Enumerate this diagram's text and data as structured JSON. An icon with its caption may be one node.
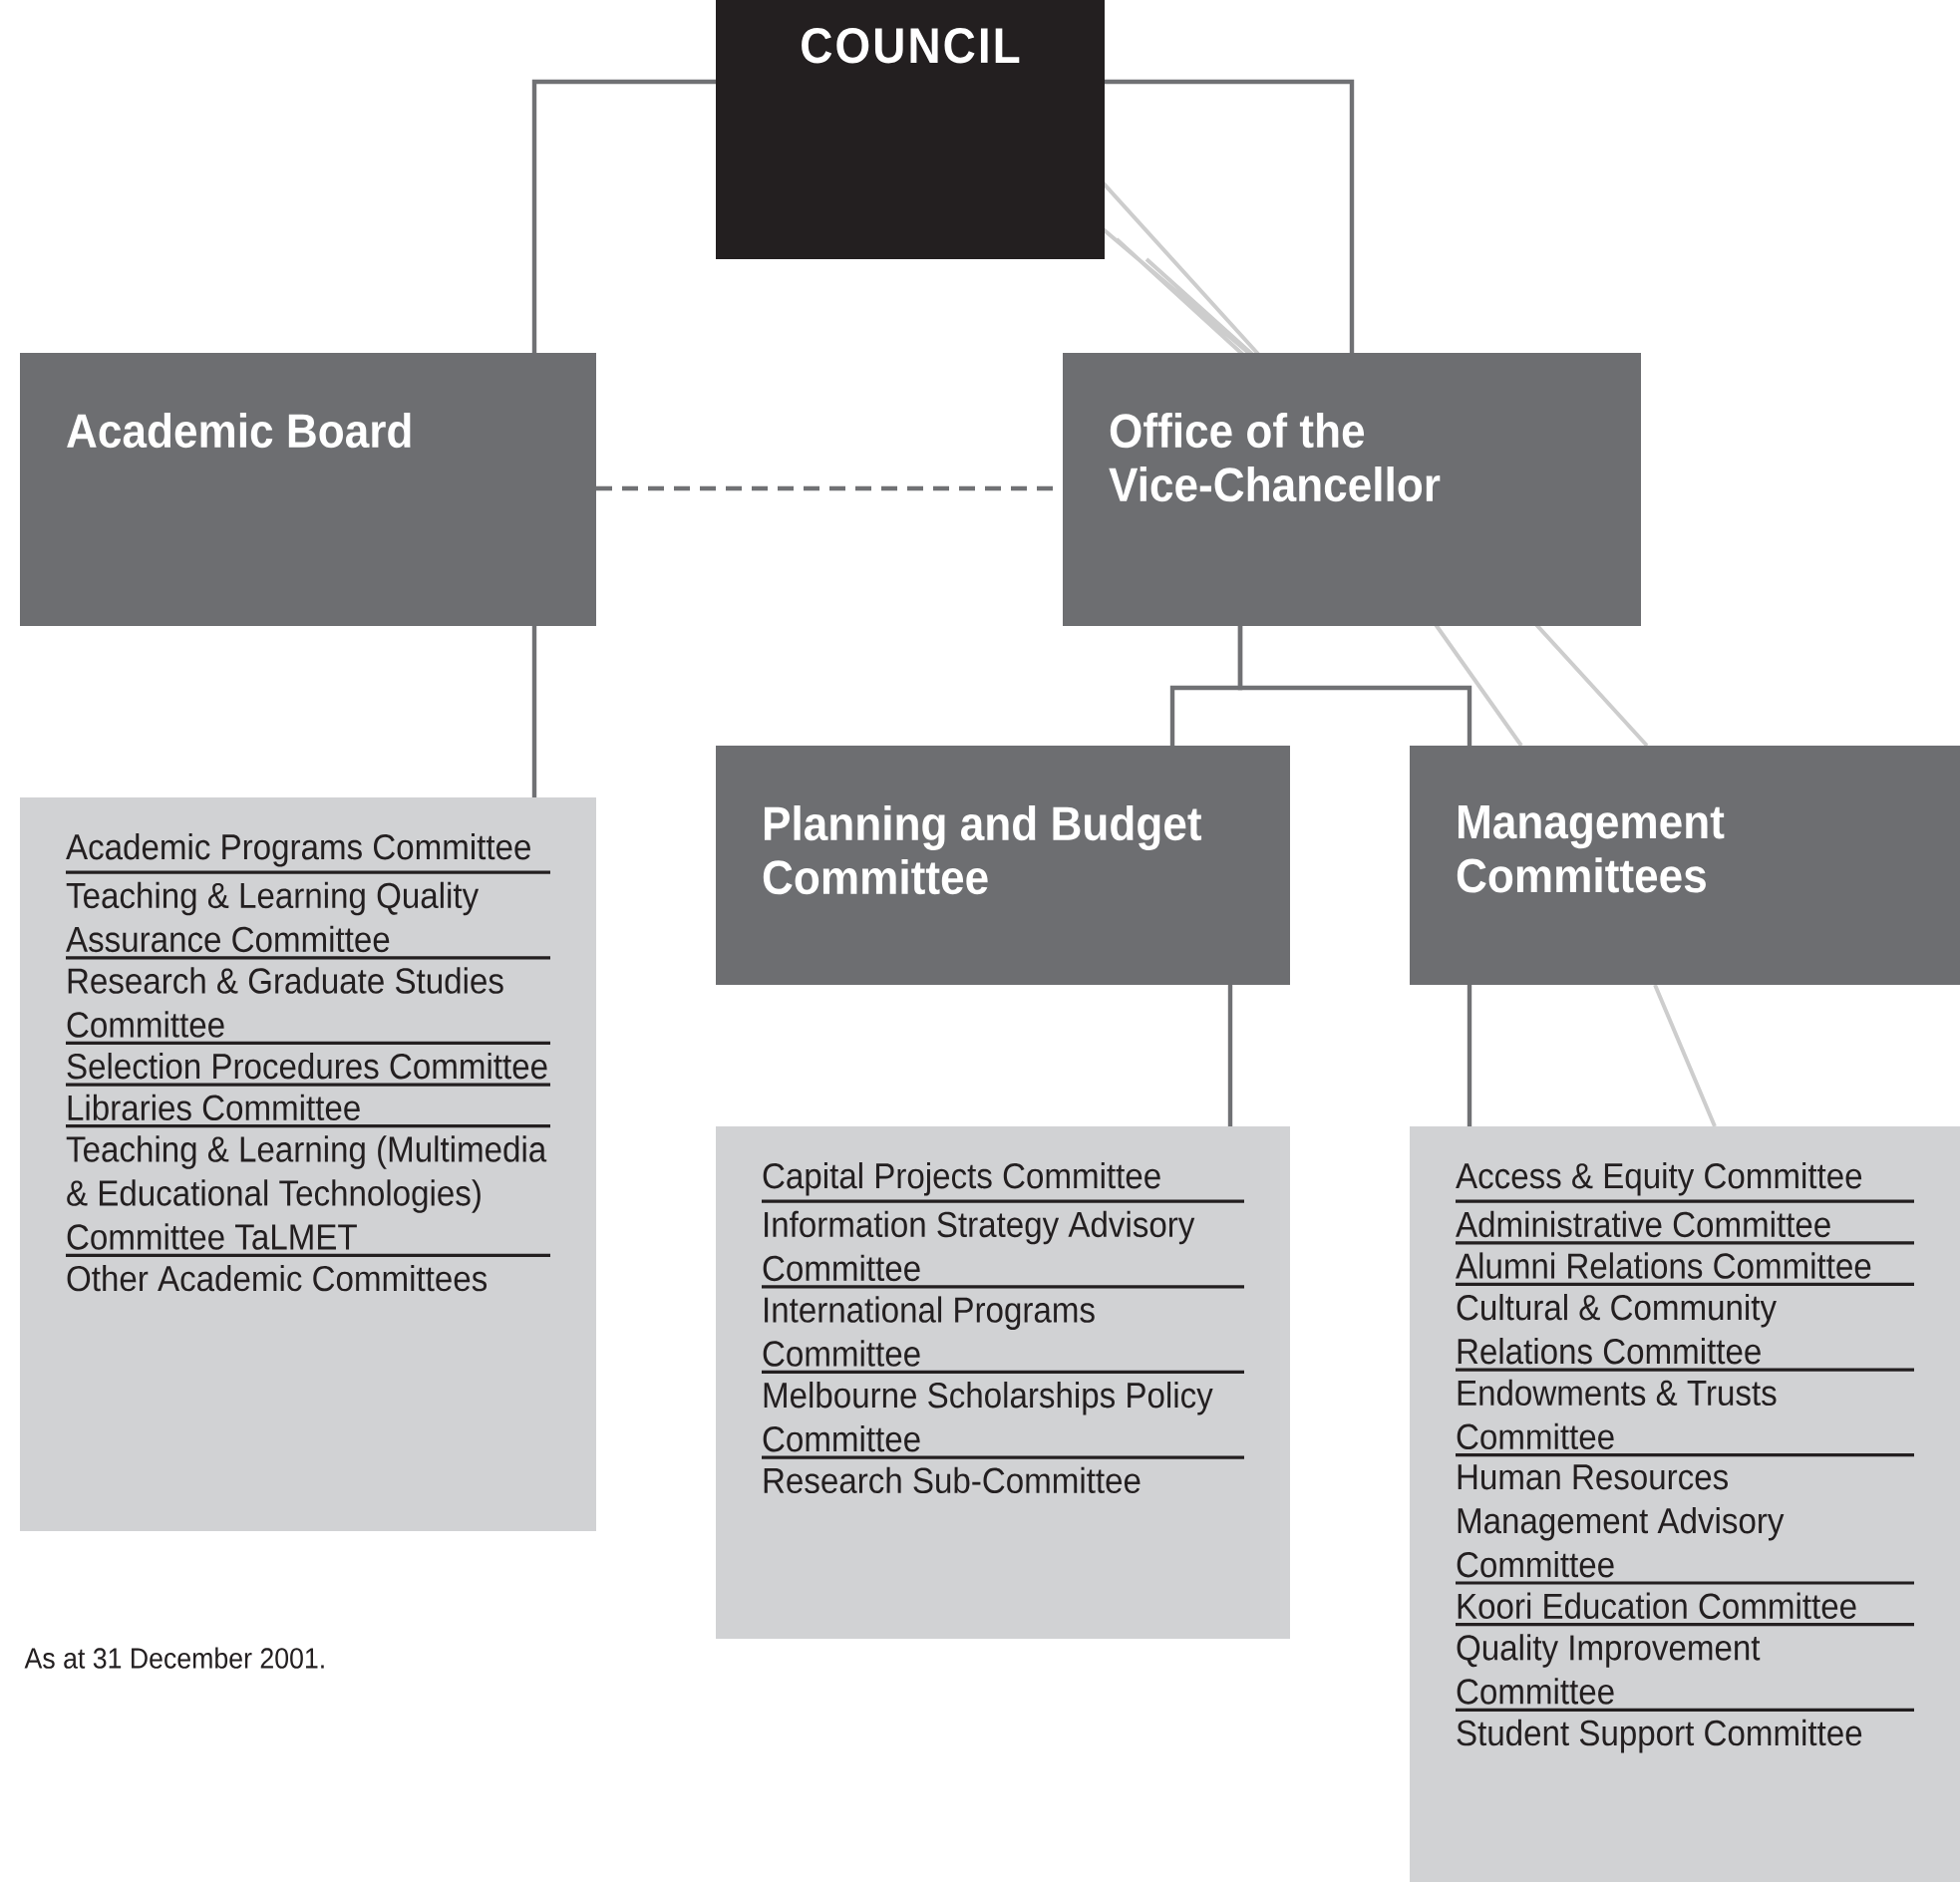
{
  "diagram": {
    "nodes": [
      {
        "text": [
          "COUNCIL"
        ]
      },
      {
        "text": [
          "Academic Board"
        ]
      },
      {
        "text": [
          "Office of the Vice-Chancellor"
        ]
      },
      {
        "text": [
          "Academic Programs Committee",
          "Teaching & Learning Quality Assurance Committee",
          "Research & Graduate Studies Committee",
          "Selection Procedures Committee",
          "Libraries Committee",
          "Teaching & Learning (Multimedia & Educational Technologies) Committee TaLMET",
          "Other Academic Committees"
        ]
      },
      {
        "text": [
          "Planning and Budget Committee"
        ]
      },
      {
        "text": [
          "Management Committees"
        ]
      },
      {
        "text": [
          "Capital Projects Committee",
          "Information Strategy Advisory Committee",
          "International Programs Committee",
          "Melbourne Scholarships Policy Committee",
          "Research Sub-Committee"
        ]
      },
      {
        "text": [
          "Access & Equity Committee",
          "Administrative Committee",
          "Alumni Relations Committee",
          "Cultural & Community Relations Committee",
          "Endowments & Trusts Committee",
          "Human Resources Management Advisory Committee",
          "Koori Education Committee",
          "Quality Improvement Committee",
          "Student Support Committee"
        ]
      }
    ],
    "edges": [
      {
        "from": 0,
        "to": 1,
        "arrow": "none"
      },
      {
        "from": 0,
        "to": 2,
        "arrow": "none"
      },
      {
        "from": 1,
        "to": 2,
        "arrow": "none",
        "style": "dashed"
      },
      {
        "from": 1,
        "to": 3,
        "arrow": "none"
      },
      {
        "from": 2,
        "to": 4,
        "arrow": "none"
      },
      {
        "from": 2,
        "to": 5,
        "arrow": "none"
      },
      {
        "from": 4,
        "to": 6,
        "arrow": "none"
      },
      {
        "from": 5,
        "to": 7,
        "arrow": "none"
      }
    ],
    "labels": [
      "As at 31 December 2001."
    ]
  }
}
